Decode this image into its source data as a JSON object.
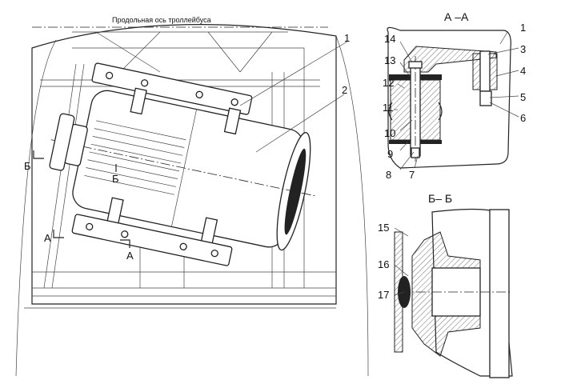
{
  "main_view": {
    "axis_label": "Продольная ось троллейбуса",
    "callouts": [
      "1",
      "2"
    ],
    "section_marks": {
      "b_left": "Б",
      "b_motor": "Б",
      "a_left": "А",
      "a_right": "А"
    }
  },
  "section_aa": {
    "title": "А –А",
    "callouts": [
      "14",
      "13",
      "12",
      "11",
      "10",
      "9",
      "8",
      "7",
      "1",
      "3",
      "4",
      "5",
      "6"
    ]
  },
  "section_bb": {
    "title": "Б– Б",
    "callouts": [
      "15",
      "16",
      "17"
    ]
  }
}
